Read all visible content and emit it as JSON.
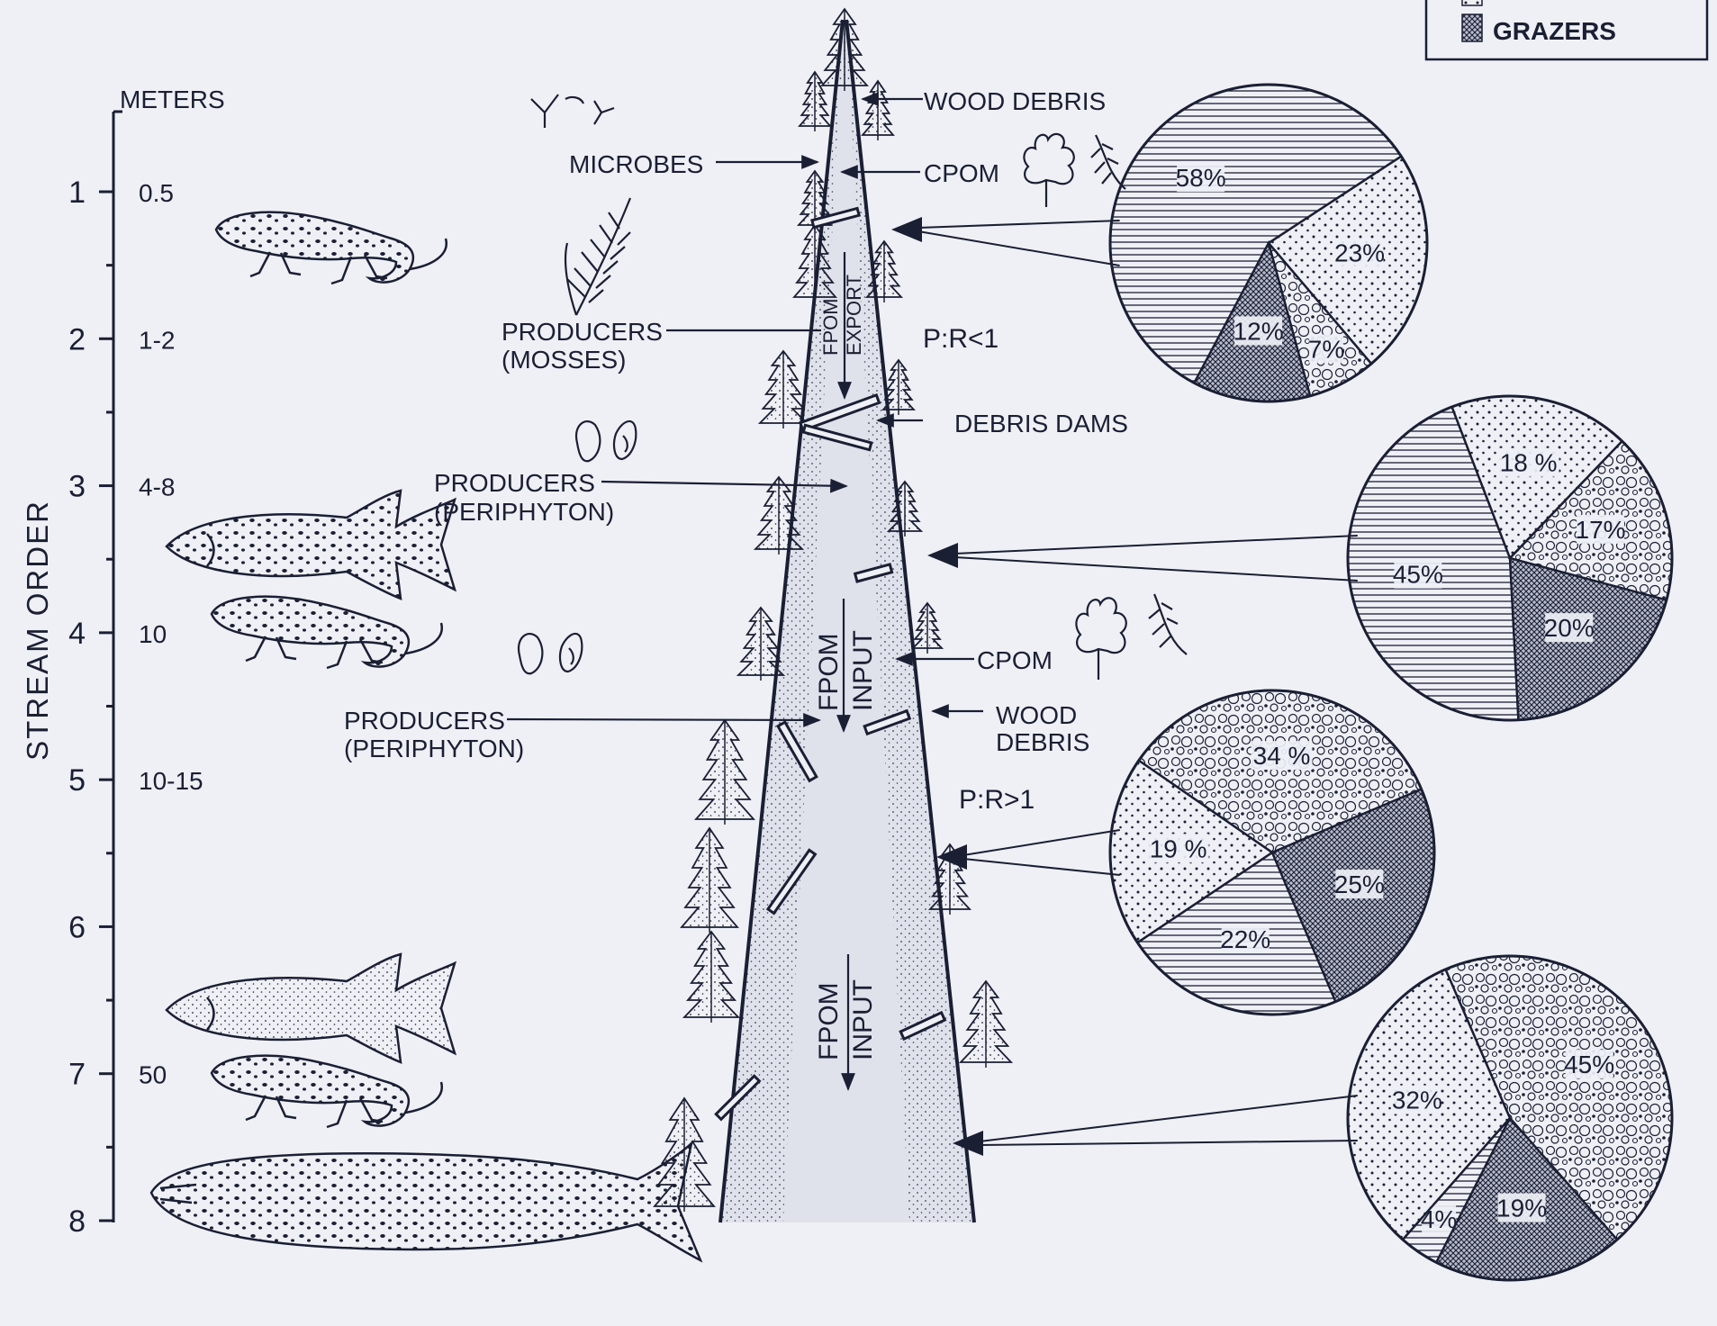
{
  "axis": {
    "title": "STREAM ORDER",
    "meters_header": "METERS",
    "orders": [
      "1",
      "2",
      "3",
      "4",
      "5",
      "6",
      "7",
      "8"
    ],
    "widths": [
      {
        "order": 1,
        "text": "0.5"
      },
      {
        "order": 2,
        "text": "1-2"
      },
      {
        "order": 3,
        "text": "4-8"
      },
      {
        "order": 4,
        "text": "10"
      },
      {
        "order": 5,
        "text": "10-15"
      },
      {
        "order": 7,
        "text": "50"
      }
    ]
  },
  "legend": {
    "grazers": "GRAZERS"
  },
  "labels": {
    "wood_debris_top": "WOOD DEBRIS",
    "microbes": "MICROBES",
    "cpom_top": "CPOM",
    "producers_mosses_1": "PRODUCERS",
    "producers_mosses_2": "(MOSSES)",
    "fpom_export_1": "FPOM",
    "fpom_export_2": "EXPORT",
    "pr_lt_1": "P:R<1",
    "debris_dams": "DEBRIS DAMS",
    "producers_peri1_1": "PRODUCERS",
    "producers_peri1_2": "(PERIPHYTON)",
    "fpom_input_1": "FPOM",
    "fpom_input_2": "INPUT",
    "cpom_mid": "CPOM",
    "producers_peri2_1": "PRODUCERS",
    "producers_peri2_2": "(PERIPHYTON)",
    "wood_debris_mid_1": "WOOD",
    "wood_debris_mid_2": "DEBRIS",
    "pr_gt_1": "P:R>1",
    "fpom_input_lower_1": "FPOM",
    "fpom_input_lower_2": "INPUT"
  },
  "chart_data": [
    {
      "type": "pie",
      "stream_order": 1,
      "slices": [
        {
          "pattern": "horizontal-lines",
          "value": 58,
          "label": "58%"
        },
        {
          "pattern": "fine-dots",
          "value": 23,
          "label": "23%"
        },
        {
          "pattern": "circles",
          "value": 7,
          "label": "7%"
        },
        {
          "pattern": "crosshatch",
          "label": "12%",
          "value": 12
        }
      ]
    },
    {
      "type": "pie",
      "stream_order": 3.5,
      "slices": [
        {
          "pattern": "horizontal-lines",
          "value": 45,
          "label": "45%"
        },
        {
          "pattern": "fine-dots",
          "value": 18,
          "label": "18 %"
        },
        {
          "pattern": "circles",
          "value": 17,
          "label": "17%"
        },
        {
          "pattern": "crosshatch",
          "value": 20,
          "label": "20%"
        }
      ]
    },
    {
      "type": "pie",
      "stream_order": 5.5,
      "slices": [
        {
          "pattern": "horizontal-lines",
          "value": 22,
          "label": "22%"
        },
        {
          "pattern": "fine-dots",
          "value": 19,
          "label": "19 %"
        },
        {
          "pattern": "circles",
          "value": 34,
          "label": "34 %"
        },
        {
          "pattern": "crosshatch",
          "value": 25,
          "label": "25%"
        }
      ]
    },
    {
      "type": "pie",
      "stream_order": 7.5,
      "slices": [
        {
          "pattern": "horizontal-lines",
          "value": 4,
          "label": "4%"
        },
        {
          "pattern": "fine-dots",
          "value": 32,
          "label": "32%"
        },
        {
          "pattern": "circles",
          "value": 45,
          "label": "45%"
        },
        {
          "pattern": "crosshatch",
          "value": 19,
          "label": "19%"
        }
      ]
    }
  ],
  "colors": {
    "ink": "#1a1f33",
    "paper": "#eef0f6"
  }
}
